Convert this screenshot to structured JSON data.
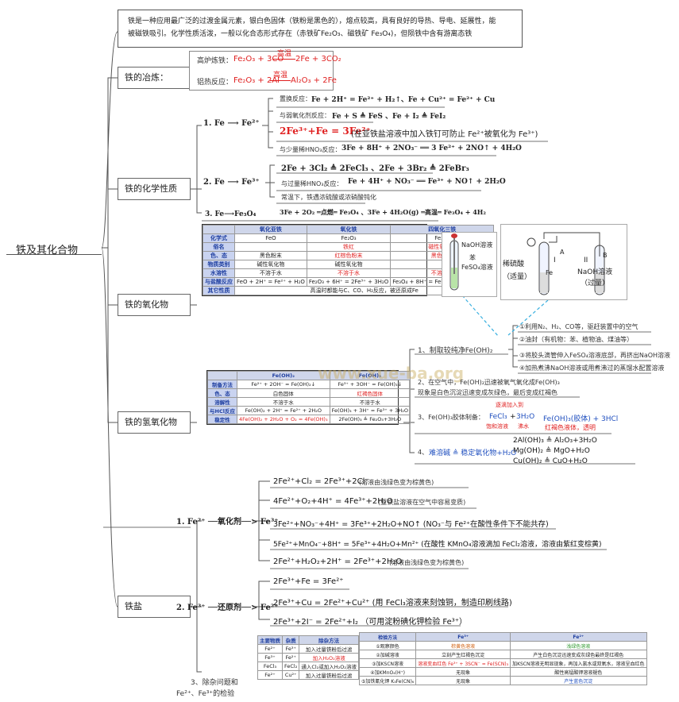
{
  "root": "铁及其化合物",
  "intro": {
    "line1": "铁是一种应用最广泛的过渡金属元素，银白色固体（铁粉是黑色的），熔点较高，具有良好的导热、导电、延展性，能",
    "line2": "被磁铁吸引。化学性质活泼，一般以化合态形式存在（赤铁矿Fe₂O₃、磁铁矿 Fe₃O₄)，但陨铁中含有游离态铁"
  },
  "smelting": {
    "label": "铁的冶炼：",
    "blast_label": "高炉炼铁：",
    "blast_eq_left": "Fe₂O₃ + 3CO",
    "blast_cond": "高温",
    "blast_eq_right": "2Fe + 3CO₂",
    "thermite_label": "铝热反应：",
    "thermite_eq_left": "Fe₂O₃ + 2Al",
    "thermite_cond": "高温",
    "thermite_eq_right": "Al₂O₃ + 2Fe"
  },
  "chem": {
    "label": "铁的化学性质",
    "b1_label": "1.  Fe ⟶ Fe²⁺",
    "b1_l1_label": "置换反应：",
    "b1_l1_eq": "Fe + 2H⁺ = Fe²⁺ + H₂↑、Fe + Cu²⁺ = Fe²⁺ + Cu",
    "b1_l2_label": "与弱氧化剂反应：",
    "b1_l2_eq": "Fe + S ≜ FeS 、Fe + I₂ ≜ FeI₂",
    "b1_l3_eq": "2Fe³⁺+Fe = 3Fe²⁺",
    "b1_l3_note": "(在亚铁盐溶液中加入铁钉可防止 Fe²⁺被氧化为 Fe³⁺)",
    "b1_l4_label": "与少量稀HNO₃反应：",
    "b1_l4_eq": "3Fe + 8H⁺ + 2NO₃⁻ ══ 3 Fe²⁺ + 2NO↑ + 4H₂O",
    "b2_label": "2.  Fe ⟶ Fe³⁺",
    "b2_l1_eq": "2Fe + 3Cl₂ ≜ 2FeCl₃ 、2Fe + 3Br₂ ≜ 2FeBr₃",
    "b2_l2_label": "与过量稀HNO₃反应：",
    "b2_l2_eq": "Fe + 4H⁺ + NO₃⁻ ══ Fe³⁺ + NO↑ + 2H₂O",
    "b2_l3": "常温下，铁遇浓硫酸或浓硝酸钝化",
    "b3_label": "3.  Fe⟶Fe₃O₄",
    "b3_eq": "3Fe + 2O₂ ═点燃═ Fe₃O₄ 、3Fe + 4H₂O(g) ═高温═ Fe₃O₄ + 4H₂"
  },
  "oxide": {
    "label": "铁的氧化物",
    "headers": [
      "",
      "氧化亚铁",
      "氧化铁",
      "四氧化三铁"
    ],
    "rows": [
      [
        "化学式",
        "FeO",
        "Fe₂O₃",
        "Fe₃O₄"
      ],
      [
        "俗名",
        "",
        "铁红",
        "磁性氧化铁"
      ],
      [
        "色、态",
        "黑色粉末",
        "红棕色粉末",
        "黑色晶体"
      ],
      [
        "物质类别",
        "碱性氧化物",
        "碱性氧化物",
        ""
      ],
      [
        "水溶性",
        "不溶于水",
        "不溶于水",
        "不溶于水"
      ],
      [
        "与盐酸反应",
        "FeO + 2H⁺ = Fe²⁺ + H₂O",
        "Fe₂O₃ + 6H⁺ = 2Fe³⁺ + 3H₂O",
        "Fe₃O₄ + 8H⁺ = Fe²⁺ + 2Fe³⁺ + 4H₂O"
      ],
      [
        "其它性质",
        "高温时都能与C、CO、H₂反应，被还原成Fe",
        "",
        ""
      ]
    ]
  },
  "apparatus": {
    "left_label1": "NaOH溶液",
    "left_label2": "苯",
    "left_label3": "FeSO₄溶液",
    "right_acid": "稀硫酸",
    "right_excess": "（适量）",
    "right_fe": "Fe",
    "right_i": "I",
    "right_ii": "II",
    "right_a": "A",
    "right_b": "B",
    "right_naoh": "NaOH溶液",
    "right_naoh2": "（过量）"
  },
  "hydroxide": {
    "label": "铁的氢氧化物",
    "watermark": "www.xue-ba.org",
    "t_headers": [
      "",
      "Fe(OH)₂",
      "Fe(OH)₃"
    ],
    "t_rows": [
      [
        "制备方法",
        "Fe²⁺ + 2OH⁻ = Fe(OH)₂↓",
        "Fe³⁺ + 3OH⁻ = Fe(OH)₃↓"
      ],
      [
        "色、态",
        "白色固体",
        "红褐色固体"
      ],
      [
        "溶解性",
        "不溶于水",
        "不溶于水"
      ],
      [
        "与HCl反应",
        "Fe(OH)₂ + 2H⁺ = Fe²⁺ + 2H₂O",
        "Fe(OH)₃ + 3H⁺ = Fe³⁺ + 3H₂O"
      ],
      [
        "稳定性",
        "4Fe(OH)₂ + 2H₂O + O₂ = 4Fe(OH)₃",
        "2Fe(OH)₃ ≜ Fe₂O₃+3H₂O"
      ]
    ],
    "p1": "1、制取较纯净Fe(OH)₂",
    "m1": "①利用N₂、H₂、CO等，驱赶装置中的空气",
    "m2": "②油封（有机物：苯、植物油、煤油等）",
    "m3": "③将胶头滴管伸入FeSO₄溶液底部，再挤出NaOH溶液",
    "m4": "④加热煮沸NaOH溶液或用煮沸过的蒸馏水配置溶液",
    "p2_l1": "2、在空气中，Fe(OH)₂迅速被氧气氧化成Fe(OH)₃",
    "p2_l2": "现象是白色沉淀迅速变成灰绿色，最后变成红褐色",
    "p3_label": "3、Fe(OH)₃胶体制备：",
    "p3_cond": "逐滴加入到",
    "p3_reag1": "FeCl₃",
    "p3_plus": "+",
    "p3_reag2": "3H₂O",
    "p3_sat": "饱和溶液",
    "p3_boil": "沸水",
    "p3_prod": "Fe(OH)₃(胶体) + 3HCl",
    "p3_note": "红褐色液体，透明",
    "p4_label": "4、",
    "p4_text": "难溶碱 ≜ 稳定氧化物+H₂O",
    "p4_eq1": "2Al(OH)₃ ≜ Al₂O₃+3H₂O",
    "p4_eq2": "Mg(OH)₂ ≜ MgO+H₂O",
    "p4_eq3": "Cu(OH)₂ ≜ CuO+H₂O"
  },
  "salt": {
    "label": "铁盐",
    "b1_label": "1.  Fe²⁺ ──氧化剂──> Fe³⁺",
    "b1_e1": "2Fe²⁺+Cl₂ = 2Fe³⁺+2Cl⁻",
    "b1_e1n": "(溶液由浅绿色变为棕黄色)",
    "b1_e2": "4Fe²⁺+O₂+4H⁺ = 4Fe³⁺+2H₂O",
    "b1_e2n": "(亚铁盐溶液在空气中容易变质)",
    "b1_e3": "3Fe²⁺+NO₃⁻+4H⁺ = 3Fe³⁺+2H₂O+NO↑ (NO₃⁻与 Fe²⁺在酸性条件下不能共存)",
    "b1_e4": "5Fe²⁺+MnO₄⁻+8H⁺ = 5Fe³⁺+4H₂O+Mn²⁺ (在酸性 KMnO₄溶液滴加 FeCl₂溶液，溶液由紫红变棕黄)",
    "b1_e5": "2Fe²⁺+H₂O₂+2H⁺ = 2Fe³⁺+2H₂O",
    "b1_e5n": "(溶液由浅绿色变为棕黄色)",
    "b2_label": "2.  Fe³⁺ ──还原剂──> Fe²⁺",
    "b2_e1": "2Fe³⁺+Fe = 3Fe²⁺",
    "b2_e2": "2Fe³⁺+Cu = 2Fe²⁺+Cu²⁺ (用 FeCl₃溶液来刻蚀铜，制造印刷线路)",
    "b2_e3": "2Fe³⁺+2I⁻ = 2Fe²⁺+I₂ （可用淀粉碘化钾检验 Fe³⁺）",
    "b3_label1": "3、除杂问题和",
    "b3_label2": "Fe²⁺、Fe³⁺的检验",
    "imp_headers": [
      "主要物质",
      "杂质",
      "除杂方法"
    ],
    "imp_rows": [
      [
        "Fe²⁺",
        "Fe³⁺",
        "加入过量铁粉后过滤"
      ],
      [
        "Fe³⁺",
        "Fe²⁺",
        "加入H₂O₂溶液"
      ],
      [
        "FeCl₃",
        "FeCl₂",
        "通入Cl₂或加入H₂O₂溶液"
      ],
      [
        "Fe²⁺",
        "Cu²⁺",
        "加入过量铁粉后过滤"
      ]
    ],
    "det_headers": [
      "检验方法",
      "Fe³⁺",
      "Fe²⁺"
    ],
    "det_rows": [
      [
        "①观察颜色",
        "棕黄色溶液",
        "浅绿色溶液"
      ],
      [
        "②加碱溶液",
        "立刻产生红褐色沉淀",
        "产生白色沉淀迅速变成灰绿色最终是红褐色"
      ],
      [
        "③加KSCN溶液",
        "溶液变血红色 Fe³⁺ + 3SCN⁻ = Fe(SCN)₃",
        "加KSCN溶液无明显现象，再加入氯水或双氧水，溶液呈血红色"
      ],
      [
        "④加KMnO₄(H⁺)",
        "无现象",
        "酸性高锰酸钾溶液褪色"
      ],
      [
        "⑤加铁氰化钾 K₃Fe(CN)₆",
        "无现象",
        "产生蓝色沉淀"
      ]
    ]
  }
}
